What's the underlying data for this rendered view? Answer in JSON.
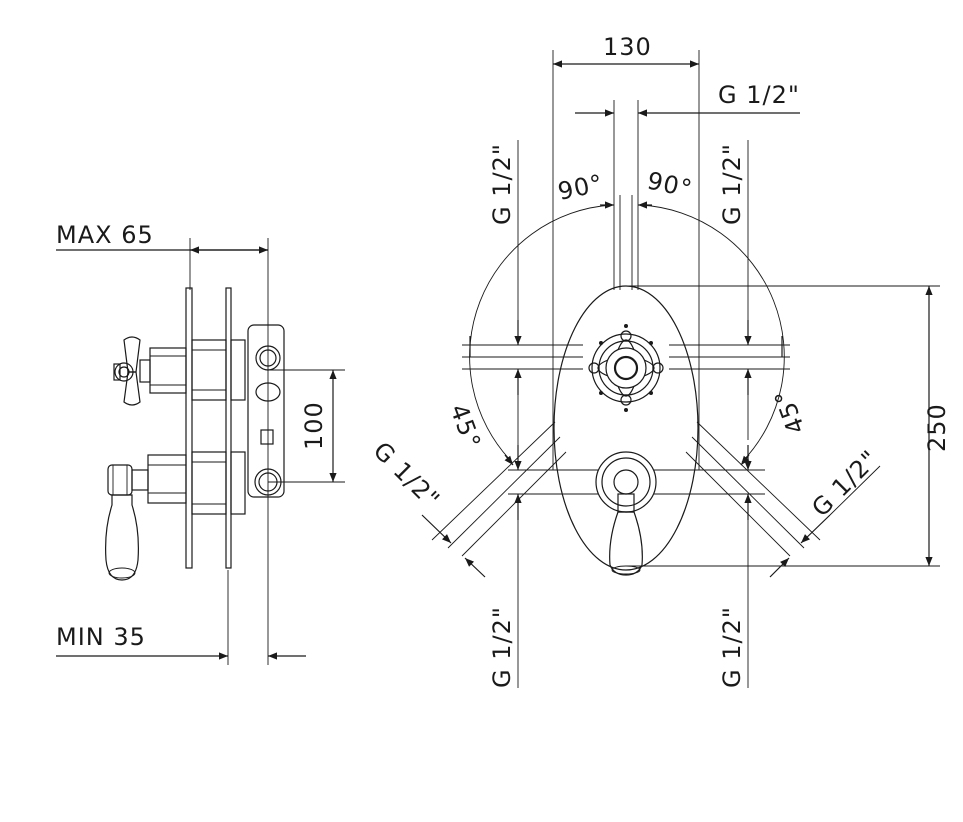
{
  "labels": {
    "max_depth": "MAX 65",
    "min_depth": "MIN 35",
    "outlet_spacing": "100",
    "plate_width": "130",
    "plate_height": "250",
    "thread_top": "G 1/2\"",
    "thread_upper_left": "G 1/2\"",
    "thread_upper_right": "G 1/2\"",
    "thread_lower_left": "G 1/2\"",
    "thread_lower_right": "G 1/2\"",
    "thread_diag_left": "G 1/2\"",
    "thread_diag_right": "G 1/2\"",
    "angle_left_90": "90°",
    "angle_right_90": "90°",
    "angle_left_45": "45°",
    "angle_right_45": "45°"
  },
  "colors": {
    "line": "#1a1a1a",
    "background": "#ffffff"
  }
}
